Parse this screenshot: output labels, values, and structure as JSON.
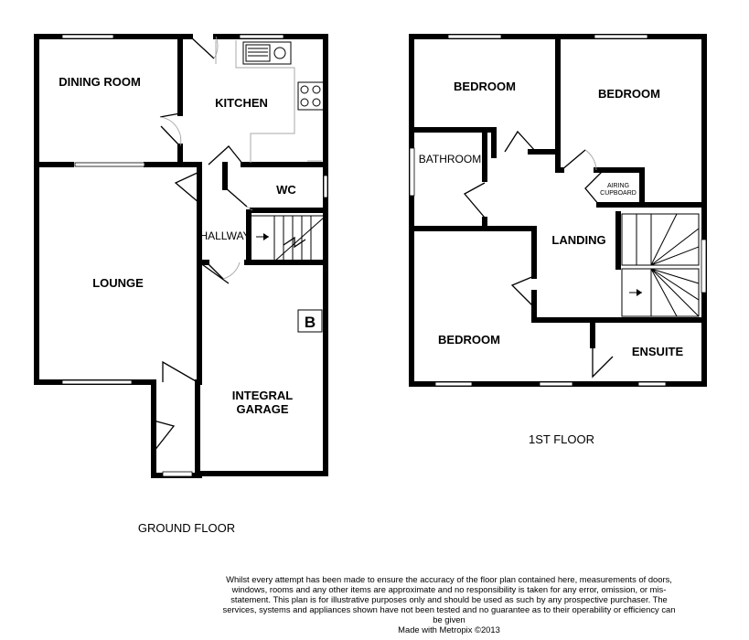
{
  "rooms": {
    "dining_room": "DINING ROOM",
    "kitchen": "KITCHEN",
    "lounge": "LOUNGE",
    "wc": "WC",
    "hallway": "HALLWAY",
    "integral_garage_line1": "INTEGRAL",
    "integral_garage_line2": "GARAGE",
    "boiler": "B",
    "bedroom_top_left": "BEDROOM",
    "bedroom_top_right": "BEDROOM",
    "bathroom": "BATHROOM",
    "airing_cupboard_line1": "AIRING",
    "airing_cupboard_line2": "CUPBOARD",
    "landing": "LANDING",
    "bedroom_bottom": "BEDROOM",
    "ensuite": "ENSUITE"
  },
  "floors": {
    "ground": "GROUND FLOOR",
    "first": "1ST FLOOR"
  },
  "disclaimer": {
    "body": "Whilst every attempt has been made to ensure the accuracy of the floor plan contained here, measurements of doors, windows, rooms and any other items are approximate and no responsibility is taken for any error, omission, or mis-statement. This plan is for illustrative purposes only and should be used as such by any prospective purchaser. The services, systems and appliances shown have not been tested and no guarantee as to their operability or efficiency can be given",
    "credit": "Made with Metropix ©2013"
  }
}
